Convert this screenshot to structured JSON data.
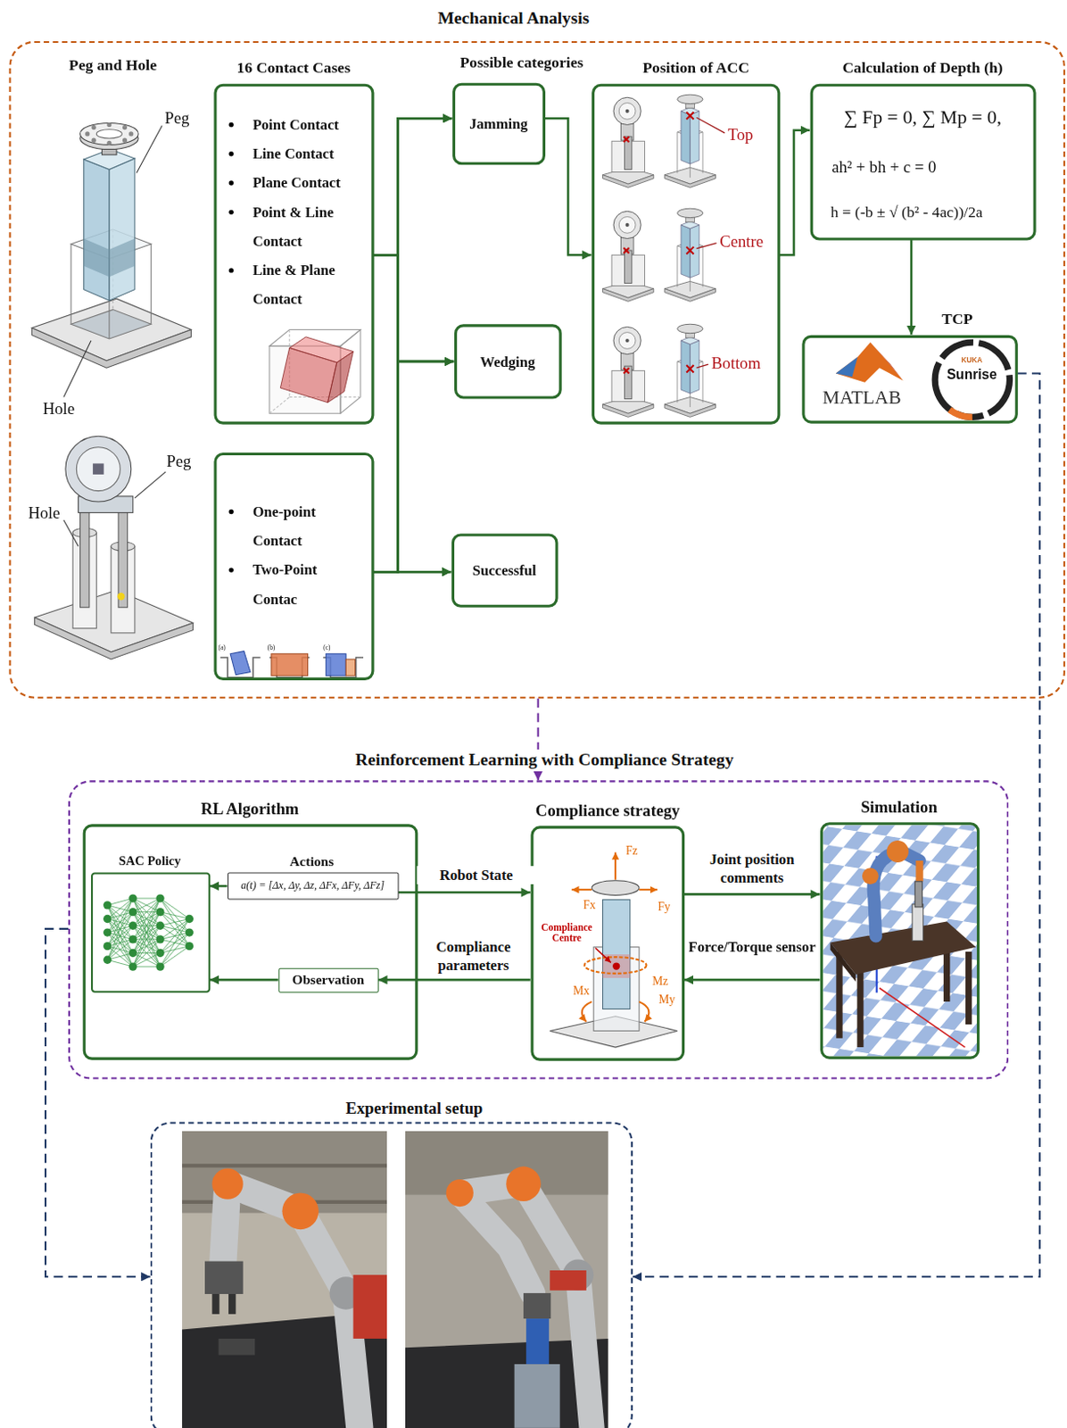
{
  "diagram": {
    "nodes": [
      {
        "text": [
          "Mechanical Analysis"
        ]
      },
      {
        "text": [
          "16 Contact Cases",
          "Point Contact",
          "Line Contact",
          "Plane Contact",
          "Point & Line Contact",
          "Line & Plane Contact"
        ],
        "in": 0
      },
      {
        "text": [
          "One-point Contact",
          "Two-Point Contac"
        ],
        "in": 0
      },
      {
        "text": [
          "Jamming"
        ],
        "in": 0
      },
      {
        "text": [
          "Wedging"
        ],
        "in": 0
      },
      {
        "text": [
          "Successful"
        ],
        "in": 0
      },
      {
        "text": [
          "Position of ACC",
          "Top",
          "Centre",
          "Bottom"
        ],
        "in": 0
      },
      {
        "text": [
          "Calculation of Depth (h)",
          "∑ Fp = 0, ∑ Mp = 0,",
          "ah² + bh + c = 0",
          "h = (-b ± √ (b² - 4ac))/2a"
        ],
        "in": 0
      },
      {
        "text": [
          "TCP",
          "MATLAB",
          "KUKA",
          "Sunrise"
        ],
        "in": 0
      },
      {
        "text": [
          "Reinforcement Learning with Compliance Strategy"
        ]
      },
      {
        "text": [
          "RL Algorithm"
        ],
        "in": 9
      },
      {
        "text": [
          "SAC Policy"
        ],
        "in": 10
      },
      {
        "text": [
          "Actions",
          "a(t) = [Δx, Δy, Δz, ΔFx, ΔFy, ΔFz]"
        ],
        "in": 10
      },
      {
        "text": [
          "Observation"
        ],
        "in": 10
      },
      {
        "text": [
          "Compliance strategy",
          "Fz",
          "Fx",
          "Fy",
          "Compliance Centre",
          "Mz",
          "My",
          "Mx"
        ],
        "in": 9
      },
      {
        "text": [
          "Simulation"
        ],
        "in": 9
      },
      {
        "text": [
          "Experimental setup"
        ]
      }
    ],
    "edges": [
      {
        "from": 1,
        "to": 3,
        "arrow": "to"
      },
      {
        "from": 1,
        "to": 4,
        "arrow": "to"
      },
      {
        "from": 1,
        "to": 5,
        "arrow": "to"
      },
      {
        "from": 2,
        "to": 3,
        "arrow": "to"
      },
      {
        "from": 2,
        "to": 4,
        "arrow": "to"
      },
      {
        "from": 2,
        "to": 5,
        "arrow": "to"
      },
      {
        "from": 3,
        "to": 6,
        "arrow": "to"
      },
      {
        "from": 6,
        "to": 7,
        "arrow": "to"
      },
      {
        "from": 7,
        "to": 8,
        "arrow": "to"
      },
      {
        "from": 8,
        "to": 16,
        "arrow": "to"
      },
      {
        "from": 0,
        "to": 9,
        "arrow": "to"
      },
      {
        "from": 12,
        "to": 11,
        "arrow": "to"
      },
      {
        "from": 12,
        "to": 14,
        "label": "Robot State",
        "arrow": "to"
      },
      {
        "from": 14,
        "to": 13,
        "label": "Compliance parameters",
        "arrow": "to"
      },
      {
        "from": 13,
        "to": 11,
        "arrow": "to"
      },
      {
        "from": 14,
        "to": 15,
        "label": "Joint position comments",
        "arrow": "to"
      },
      {
        "from": 15,
        "to": 14,
        "label": "Force/Torque sensor",
        "arrow": "to"
      },
      {
        "from": 9,
        "to": 16,
        "arrow": "to"
      }
    ],
    "labels": [
      "Peg and Hole",
      "Peg",
      "Hole",
      "Hole",
      "Peg",
      "Possible categories",
      "(a)",
      "(b)",
      "(c)"
    ]
  }
}
